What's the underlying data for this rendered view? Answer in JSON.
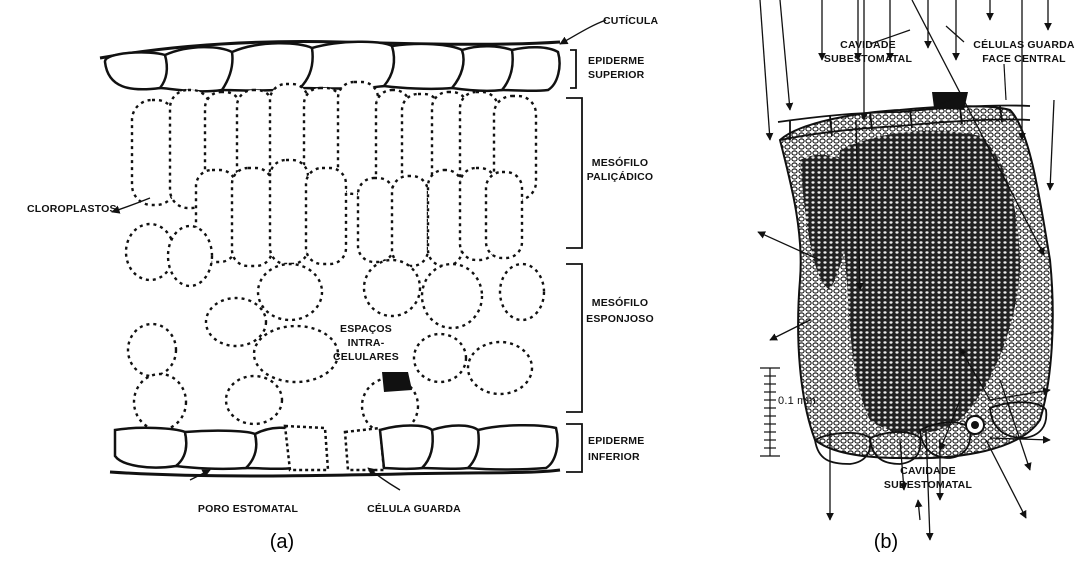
{
  "panel_a": {
    "caption": "(a)",
    "labels": {
      "cuticula": "CUTÍCULA",
      "epiderme_superior_1": "EPIDERME",
      "epiderme_superior_2": "SUPERIOR",
      "mesofilo_palicadico_1": "MESÓFILO",
      "mesofilo_palicadico_2": "PALIÇÁDICO",
      "cloroplastos": "CLOROPLASTOS",
      "mesofilo_esponjoso_1": "MESÓFILO",
      "mesofilo_esponjoso_2": "ESPONJOSO",
      "espacos_1": "ESPAÇOS",
      "espacos_2": "INTRA-",
      "espacos_3": "CELULARES",
      "epiderme_inferior_1": "EPIDERME",
      "epiderme_inferior_2": "INFERIOR",
      "poro_estomatal": "PORO ESTOMATAL",
      "celula_guarda": "CÉLULA GUARDA"
    }
  },
  "panel_b": {
    "caption": "(b)",
    "labels": {
      "cavidade_top_1": "CAVIDADE",
      "cavidade_top_2": "SUBESTOMATAL",
      "celulas_guarda_1": "CÉLULAS GUARDA",
      "celulas_guarda_2": "FACE CENTRAL",
      "scale": "0.1 mm",
      "cavidade_bottom_1": "CAVIDADE",
      "cavidade_bottom_2": "SUBESTOMATAL"
    }
  }
}
